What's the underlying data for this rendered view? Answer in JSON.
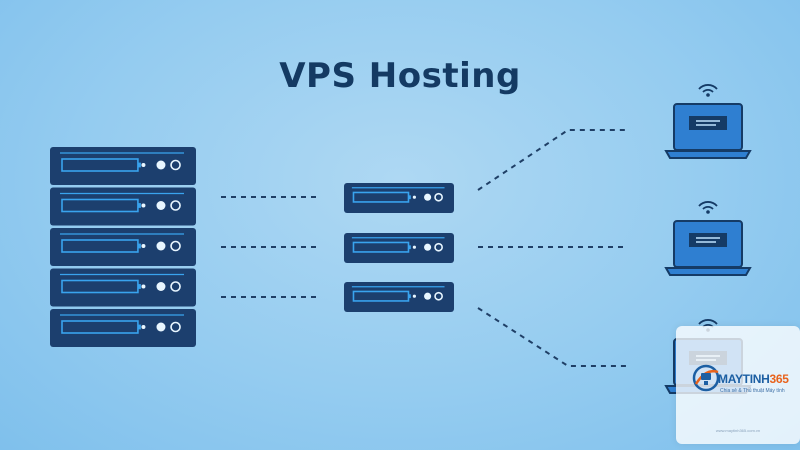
{
  "title": "VPS Hosting",
  "colors": {
    "server_fill": "#1c3f6e",
    "server_stroke": "#39a3ee",
    "laptop_blue": "#2f7fd1",
    "laptop_dark": "#153b66",
    "title": "#143a63",
    "dash": "#1f3f66"
  },
  "diagram": {
    "main_server": {
      "units": 5
    },
    "vps_nodes": 3,
    "clients": 3,
    "links": [
      {
        "from": "main-server",
        "to": "vps-1"
      },
      {
        "from": "main-server",
        "to": "vps-2"
      },
      {
        "from": "main-server",
        "to": "vps-3"
      },
      {
        "from": "vps-1",
        "to": "laptop-1"
      },
      {
        "from": "vps-2",
        "to": "laptop-2"
      },
      {
        "from": "vps-3",
        "to": "laptop-3"
      }
    ]
  },
  "icons": {
    "wifi": "wifi-icon",
    "laptop": "laptop-icon",
    "server": "server-icon"
  },
  "watermark": {
    "brand_main": "MAYTINH",
    "brand_num": "365",
    "tagline": "Chia sẻ & Thủ thuật Máy tính",
    "footer": "www.maytinh365.com.vn"
  }
}
